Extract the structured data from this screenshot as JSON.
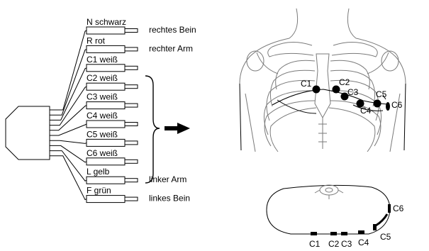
{
  "leads": [
    {
      "label": "N schwarz",
      "limb": "rechtes Bein"
    },
    {
      "label": "R rot",
      "limb": "rechter Arm"
    },
    {
      "label": "C1 weiß",
      "limb": ""
    },
    {
      "label": "C2 weiß",
      "limb": ""
    },
    {
      "label": "C3 weiß",
      "limb": ""
    },
    {
      "label": "C4 weiß",
      "limb": ""
    },
    {
      "label": "C5 weiß",
      "limb": ""
    },
    {
      "label": "C6 weiß",
      "limb": ""
    },
    {
      "label": "L gelb",
      "limb": "linker Arm"
    },
    {
      "label": "F grün",
      "limb": "linkes Bein"
    }
  ],
  "chest_labels": {
    "c1": "C1",
    "c2": "C2",
    "c3": "C3",
    "c4": "C4",
    "c5": "C5",
    "c6": "C6"
  },
  "section_labels": {
    "c1": "C1",
    "c2": "C2",
    "c3": "C3",
    "c4": "C4",
    "c5": "C5",
    "c6": "C6"
  },
  "colors": {
    "ink": "#000000",
    "skeleton": "#7a7a7a",
    "background": "#ffffff"
  }
}
